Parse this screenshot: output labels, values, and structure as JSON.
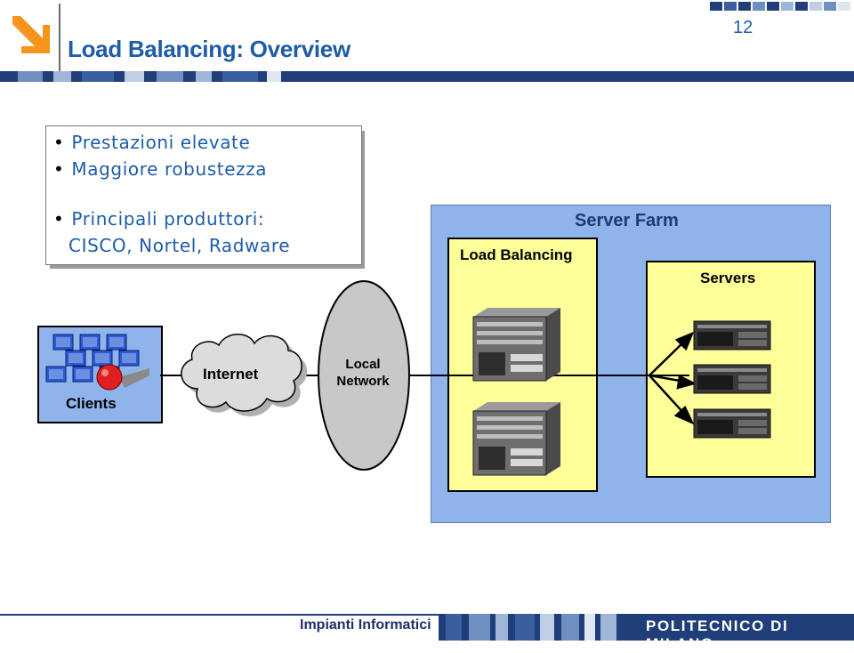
{
  "header": {
    "title": "Load Balancing: Overview",
    "slide_number": "12",
    "logo_icon": "arrow-down-right-icon",
    "accent_color": "#1f5ca8",
    "logo_color": "#f7941d"
  },
  "bullets": [
    "Prestazioni elevate",
    "Maggiore robustezza",
    "Principali produttori:",
    "CISCO, Nortel, Radware"
  ],
  "diagram": {
    "clients_label": "Clients",
    "internet_label": "Internet",
    "local_network_label_line1": "Local",
    "local_network_label_line2": "Network",
    "server_farm_label": "Server Farm",
    "load_balancing_label": "Load Balancing",
    "servers_label": "Servers",
    "colors": {
      "farm_fill": "#8fb4ec",
      "box_fill": "#ffff99",
      "cloud_fill": "#dcdcdc",
      "ellipse_fill": "#c8c8c8"
    }
  },
  "footer": {
    "course": "Impianti Informatici",
    "university": "POLITECNICO DI MILANO"
  }
}
